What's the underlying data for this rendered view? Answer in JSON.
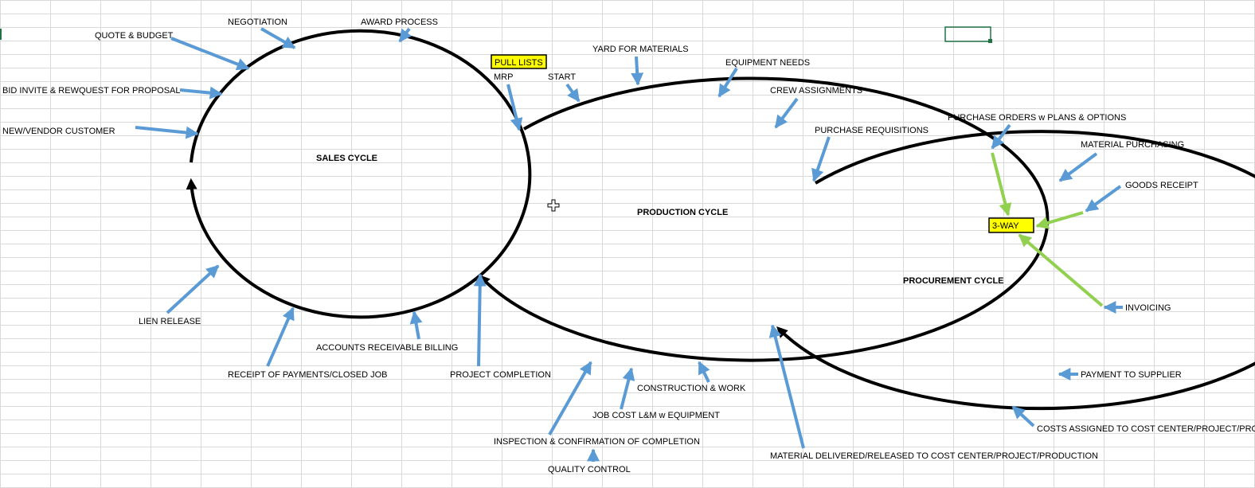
{
  "cycles": {
    "sales": "SALES CYCLE",
    "production": "PRODUCTION CYCLE",
    "procurement": "PROCUREMENT CYCLE"
  },
  "highlights": {
    "pull_lists": "PULL LISTS",
    "three_way": "3-WAY"
  },
  "sales_labels": {
    "negotiation": "NEGOTIATION",
    "award_process": "AWARD PROCESS",
    "quote_budget": "QUOTE & BUDGET",
    "bid_invite": "BID INVITE & REWQUEST FOR PROPOSAL",
    "new_vendor": "NEW/VENDOR CUSTOMER",
    "lien_release": "LIEN RELEASE",
    "ar_billing": "ACCOUNTS RECEIVABLE BILLING",
    "receipt_payments": "RECEIPT OF PAYMENTS/CLOSED JOB",
    "project_completion": "PROJECT COMPLETION"
  },
  "production_labels": {
    "mrp": "MRP",
    "start": "START",
    "yard": "YARD FOR MATERIALS",
    "equipment": "EQUIPMENT NEEDS",
    "crew": "CREW ASSIGNMENTS",
    "purchase_requisitions": "PURCHASE REQUISITIONS",
    "construction": "CONSTRUCTION & WORK",
    "job_cost": "JOB COST L&M w EQUIPMENT",
    "inspection": "INSPECTION & CONFIRMATION OF COMPLETION",
    "quality": "QUALITY CONTROL",
    "material_delivered": "MATERIAL DELIVERED/RELEASED TO COST CENTER/PROJECT/PRODUCTION"
  },
  "procurement_labels": {
    "purchase_orders": "PURCHASE ORDERS w PLANS & OPTIONS",
    "material_purchasing": "MATERIAL PURCHASING",
    "goods_receipt": "GOODS RECEIPT",
    "invoicing": "INVOICING",
    "payment_supplier": "PAYMENT TO SUPPLIER",
    "costs_assigned": "COSTS ASSIGNED TO COST CENTER/PROJECT/PROD"
  },
  "colors": {
    "arrow_blue": "#5b9bd5",
    "arrow_green": "#92d050",
    "highlight_yellow": "#ffff00",
    "cycle_stroke": "#000000",
    "selection_green": "#217346"
  }
}
